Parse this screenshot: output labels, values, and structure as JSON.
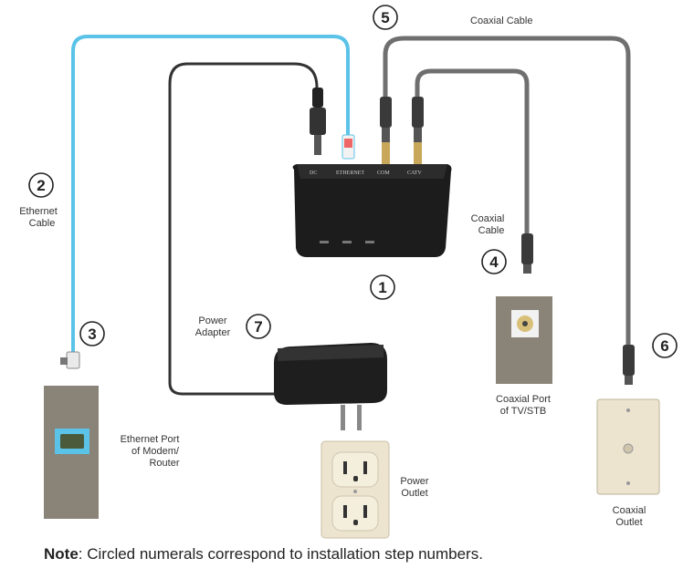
{
  "device": {
    "ports": [
      "DC",
      "ETHERNET",
      "COM",
      "CATV"
    ]
  },
  "labels": {
    "coaxial_cable_top": "Coaxial Cable",
    "ethernet_cable": [
      "Ethernet",
      "Cable"
    ],
    "coaxial_cable_right": [
      "Coaxial",
      "Cable"
    ],
    "power_adapter": [
      "Power",
      "Adapter"
    ],
    "ethernet_port": [
      "Ethernet Port",
      "of Modem/",
      "Router"
    ],
    "coaxial_port_tv": [
      "Coaxial Port",
      "of TV/STB"
    ],
    "power_outlet": [
      "Power",
      "Outlet"
    ],
    "coaxial_outlet": [
      "Coaxial",
      "Outlet"
    ]
  },
  "steps": [
    "1",
    "2",
    "3",
    "4",
    "5",
    "6",
    "7"
  ],
  "note": {
    "prefix": "Note",
    "text": ": Circled numerals correspond to installation step numbers."
  },
  "colors": {
    "ethernet_cable": "#5bc3e8",
    "coax_cable": "#777777",
    "power_cable": "#333333",
    "device": "#1c1c1c",
    "wall_plate": "#8a8378",
    "outlet": "#ece4cf"
  }
}
